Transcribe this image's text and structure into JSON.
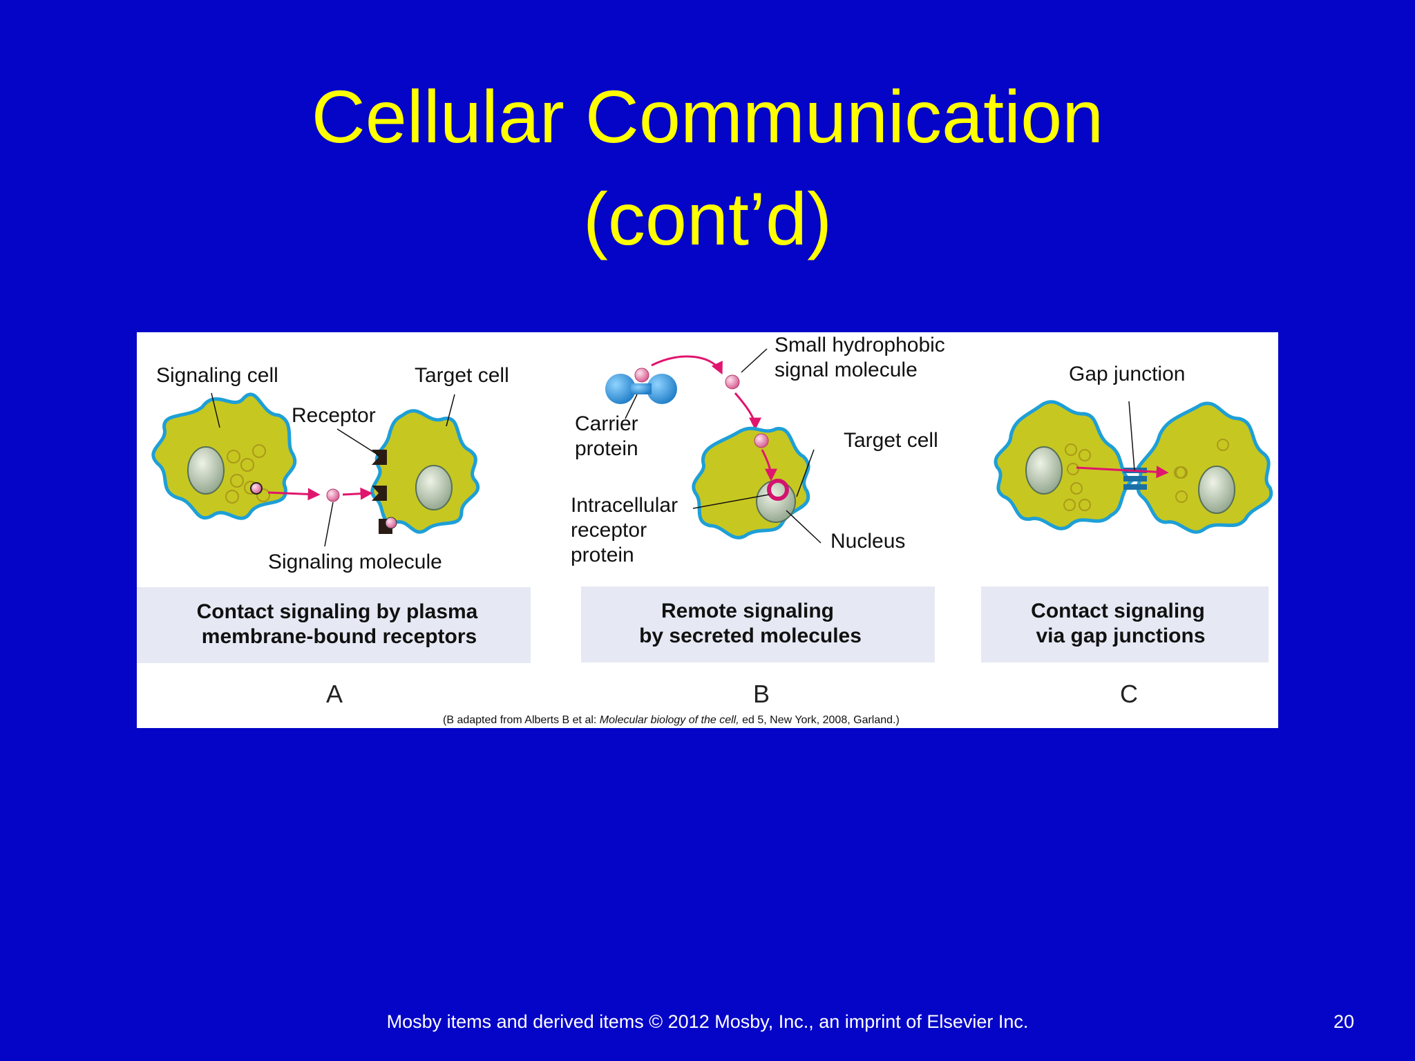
{
  "slide": {
    "title_line1": "Cellular Communication",
    "title_line2": "(cont’d)",
    "footer": "Mosby items and derived items © 2012 Mosby, Inc., an imprint of Elsevier Inc.",
    "page_number": "20"
  },
  "figure": {
    "panel_a": {
      "signaling_cell": "Signaling cell",
      "target_cell": "Target cell",
      "receptor": "Receptor",
      "signaling_molecule": "Signaling molecule",
      "caption_line1": "Contact signaling by plasma",
      "caption_line2": "membrane-bound receptors",
      "letter": "A"
    },
    "panel_b": {
      "small_line1": "Small hydrophobic",
      "small_line2": "signal molecule",
      "carrier_line1": "Carrier",
      "carrier_line2": "protein",
      "target_cell": "Target cell",
      "intra_line1": "Intracellular",
      "intra_line2": "receptor",
      "intra_line3": "protein",
      "nucleus": "Nucleus",
      "caption_line1": "Remote signaling",
      "caption_line2": "by secreted molecules",
      "letter": "B"
    },
    "panel_c": {
      "gap_junction": "Gap junction",
      "caption_line1": "Contact signaling",
      "caption_line2": "via gap junctions",
      "letter": "C"
    },
    "credit_prefix": "(B adapted from Alberts B et al: ",
    "credit_italic": "Molecular biology of the cell,",
    "credit_suffix": " ed 5, New York, 2008, Garland.)"
  },
  "colors": {
    "background": "#0505c8",
    "title": "#ffff00",
    "cell_fill": "#c7c721",
    "cell_outline": "#1e9fd6",
    "arrow": "#e0156e",
    "caption_box": "#e6e9f4"
  }
}
